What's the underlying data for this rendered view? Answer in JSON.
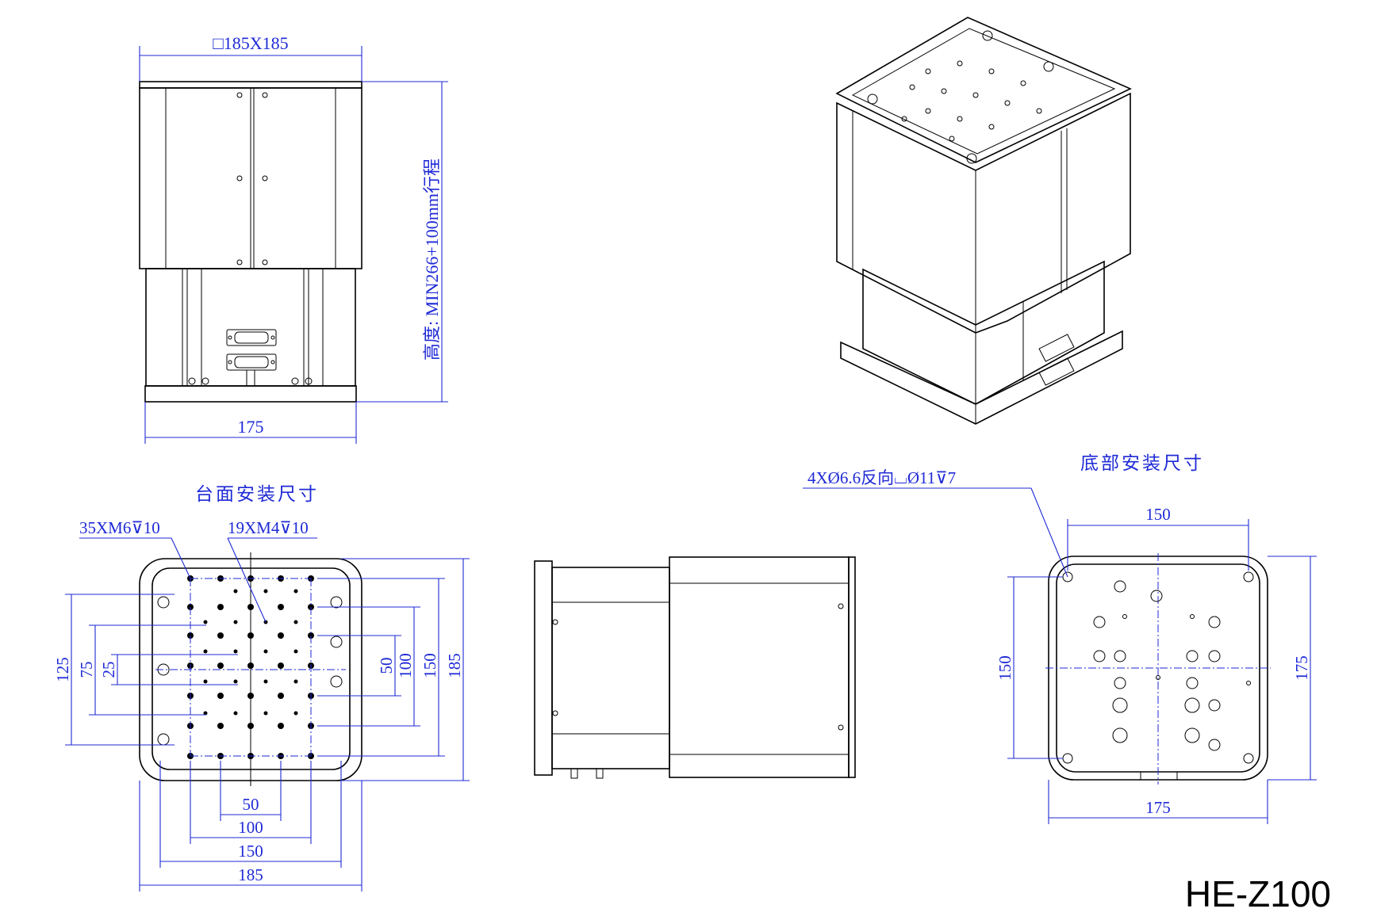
{
  "drawing": {
    "model": "HE-Z100",
    "front_view": {
      "top_label": "□185X185",
      "bottom_label": "175",
      "height_label": "高度: MIN266+100mm行程"
    },
    "top_view": {
      "title": "台面安装尺寸",
      "callout_m6": "35XM6⊽10",
      "callout_m4": "19XM4⊽10",
      "left_dims": [
        "125",
        "75",
        "25"
      ],
      "right_dims": [
        "50",
        "100",
        "150",
        "185"
      ],
      "bottom_dims": [
        "50",
        "100",
        "150",
        "185"
      ]
    },
    "bottom_view": {
      "title": "底部安装尺寸",
      "hole_callout": "4XØ6.6反向⌴Ø11⊽7",
      "top_dim": "150",
      "left_dim": "150",
      "right_dim": "175",
      "bottom_dim": "175"
    }
  }
}
